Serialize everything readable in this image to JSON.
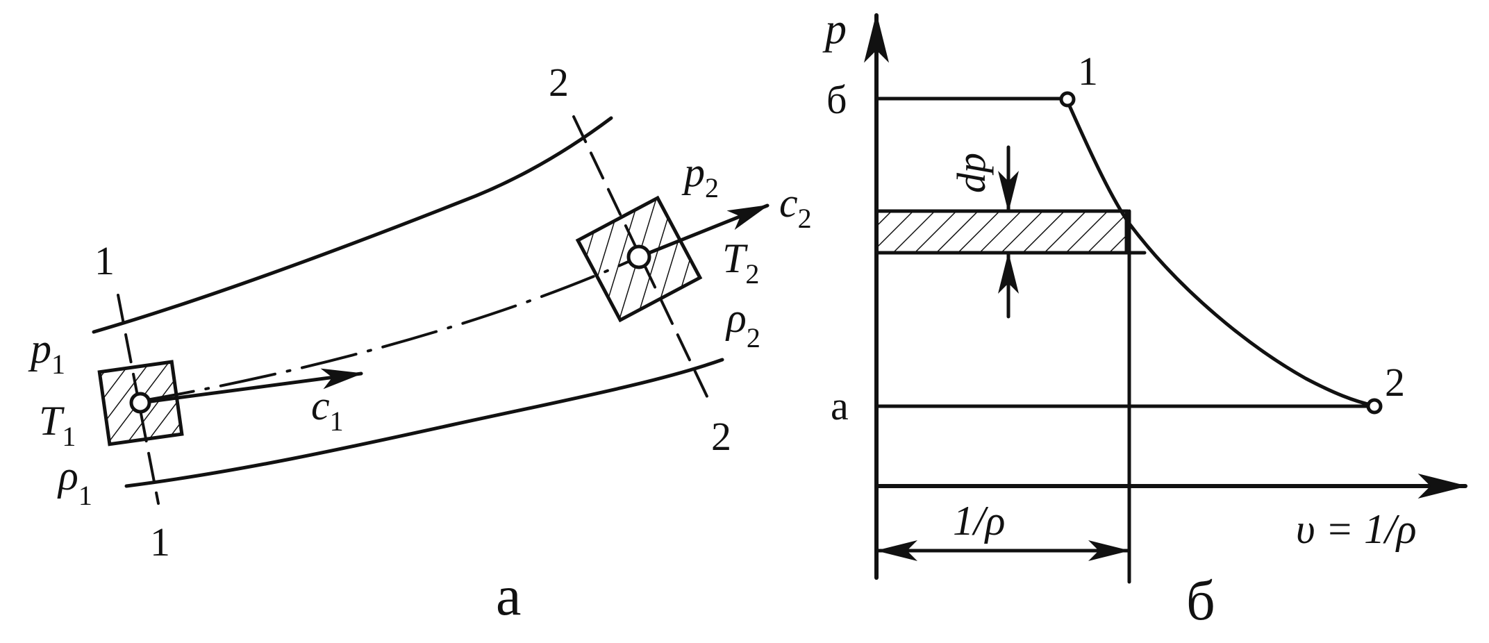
{
  "panel_a": {
    "caption": "а",
    "section_labels": {
      "s1_top": "1",
      "s1_bottom": "1",
      "s2_top": "2",
      "s2_bottom": "2"
    },
    "state_1": {
      "p": "p",
      "p_sub": "1",
      "T": "T",
      "T_sub": "1",
      "rho": "ρ",
      "rho_sub": "1",
      "c": "c",
      "c_sub": "1"
    },
    "state_2": {
      "p": "p",
      "p_sub": "2",
      "T": "T",
      "T_sub": "2",
      "rho": "ρ",
      "rho_sub": "2",
      "c": "c",
      "c_sub": "2"
    }
  },
  "panel_b": {
    "caption": "б",
    "y_axis_label": "p",
    "x_axis_label": "υ = 1/ρ",
    "level_upper": "б",
    "level_lower": "а",
    "point_1": "1",
    "point_2": "2",
    "strip_label": "dp",
    "width_label": "1/ρ"
  }
}
